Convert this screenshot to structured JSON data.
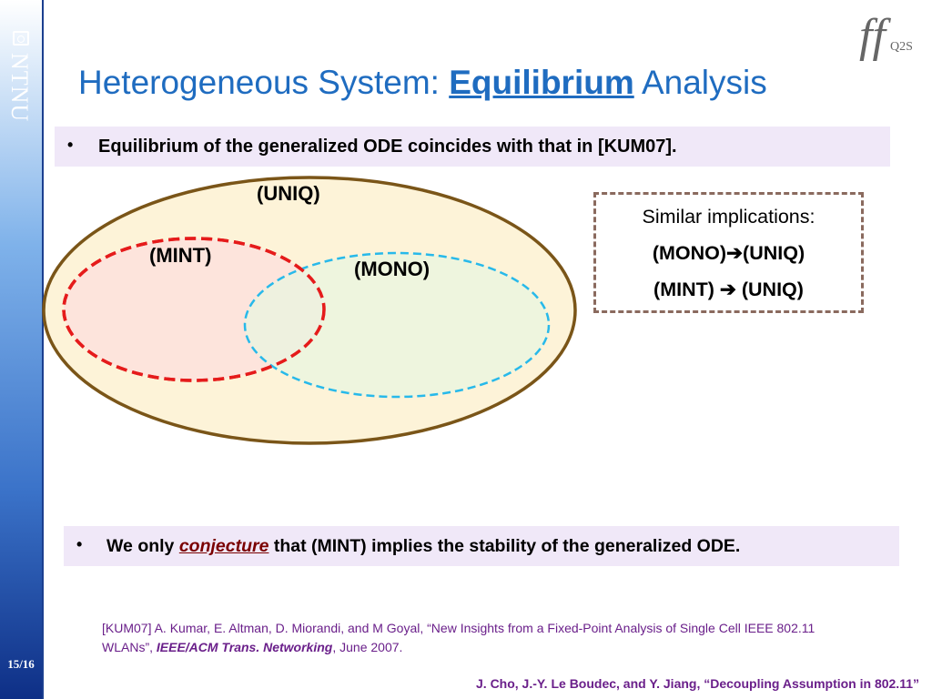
{
  "sidebar": {
    "logo": "NTNU",
    "page_number": "15/16"
  },
  "title": {
    "prefix": "Heterogeneous System: ",
    "emphasis": "Equilibrium",
    "suffix": " Analysis"
  },
  "brand": {
    "mark": "ff",
    "label": "Q2S"
  },
  "bullet1": {
    "marker": "•",
    "text": "Equilibrium of the generalized ODE coincides with that in [KUM07]."
  },
  "venn": {
    "outer": "(UNIQ)",
    "left": "(MINT)",
    "right": "(MONO)"
  },
  "implications": {
    "heading": "Similar implications:",
    "line1": "(MONO)➔(UNIQ)",
    "line2": "(MINT) ➔ (UNIQ)"
  },
  "bullet2": {
    "marker": "•",
    "before": "We only ",
    "emphasis": "conjecture",
    "after": " that (MINT) implies the stability of the generalized ODE."
  },
  "reference": {
    "text": "[KUM07] A. Kumar, E. Altman, D. Miorandi, and M Goyal, “New Insights from a Fixed-Point Analysis of Single Cell IEEE 802.11 WLANs”, ",
    "journal": "IEEE/ACM Trans. Networking",
    "date": ", June 2007."
  },
  "footer": "J. Cho, J.-Y. Le Boudec, and Y. Jiang, “Decoupling Assumption in 802.11”",
  "colors": {
    "title": "#1f6cc0",
    "uniq_fill": "#fdf3d8",
    "uniq_stroke": "#7a5518",
    "mint_fill": "#fde4dc",
    "mint_stroke": "#e51b1b",
    "mono_fill": "#e8f6e0",
    "mono_stroke": "#27b9ea"
  }
}
